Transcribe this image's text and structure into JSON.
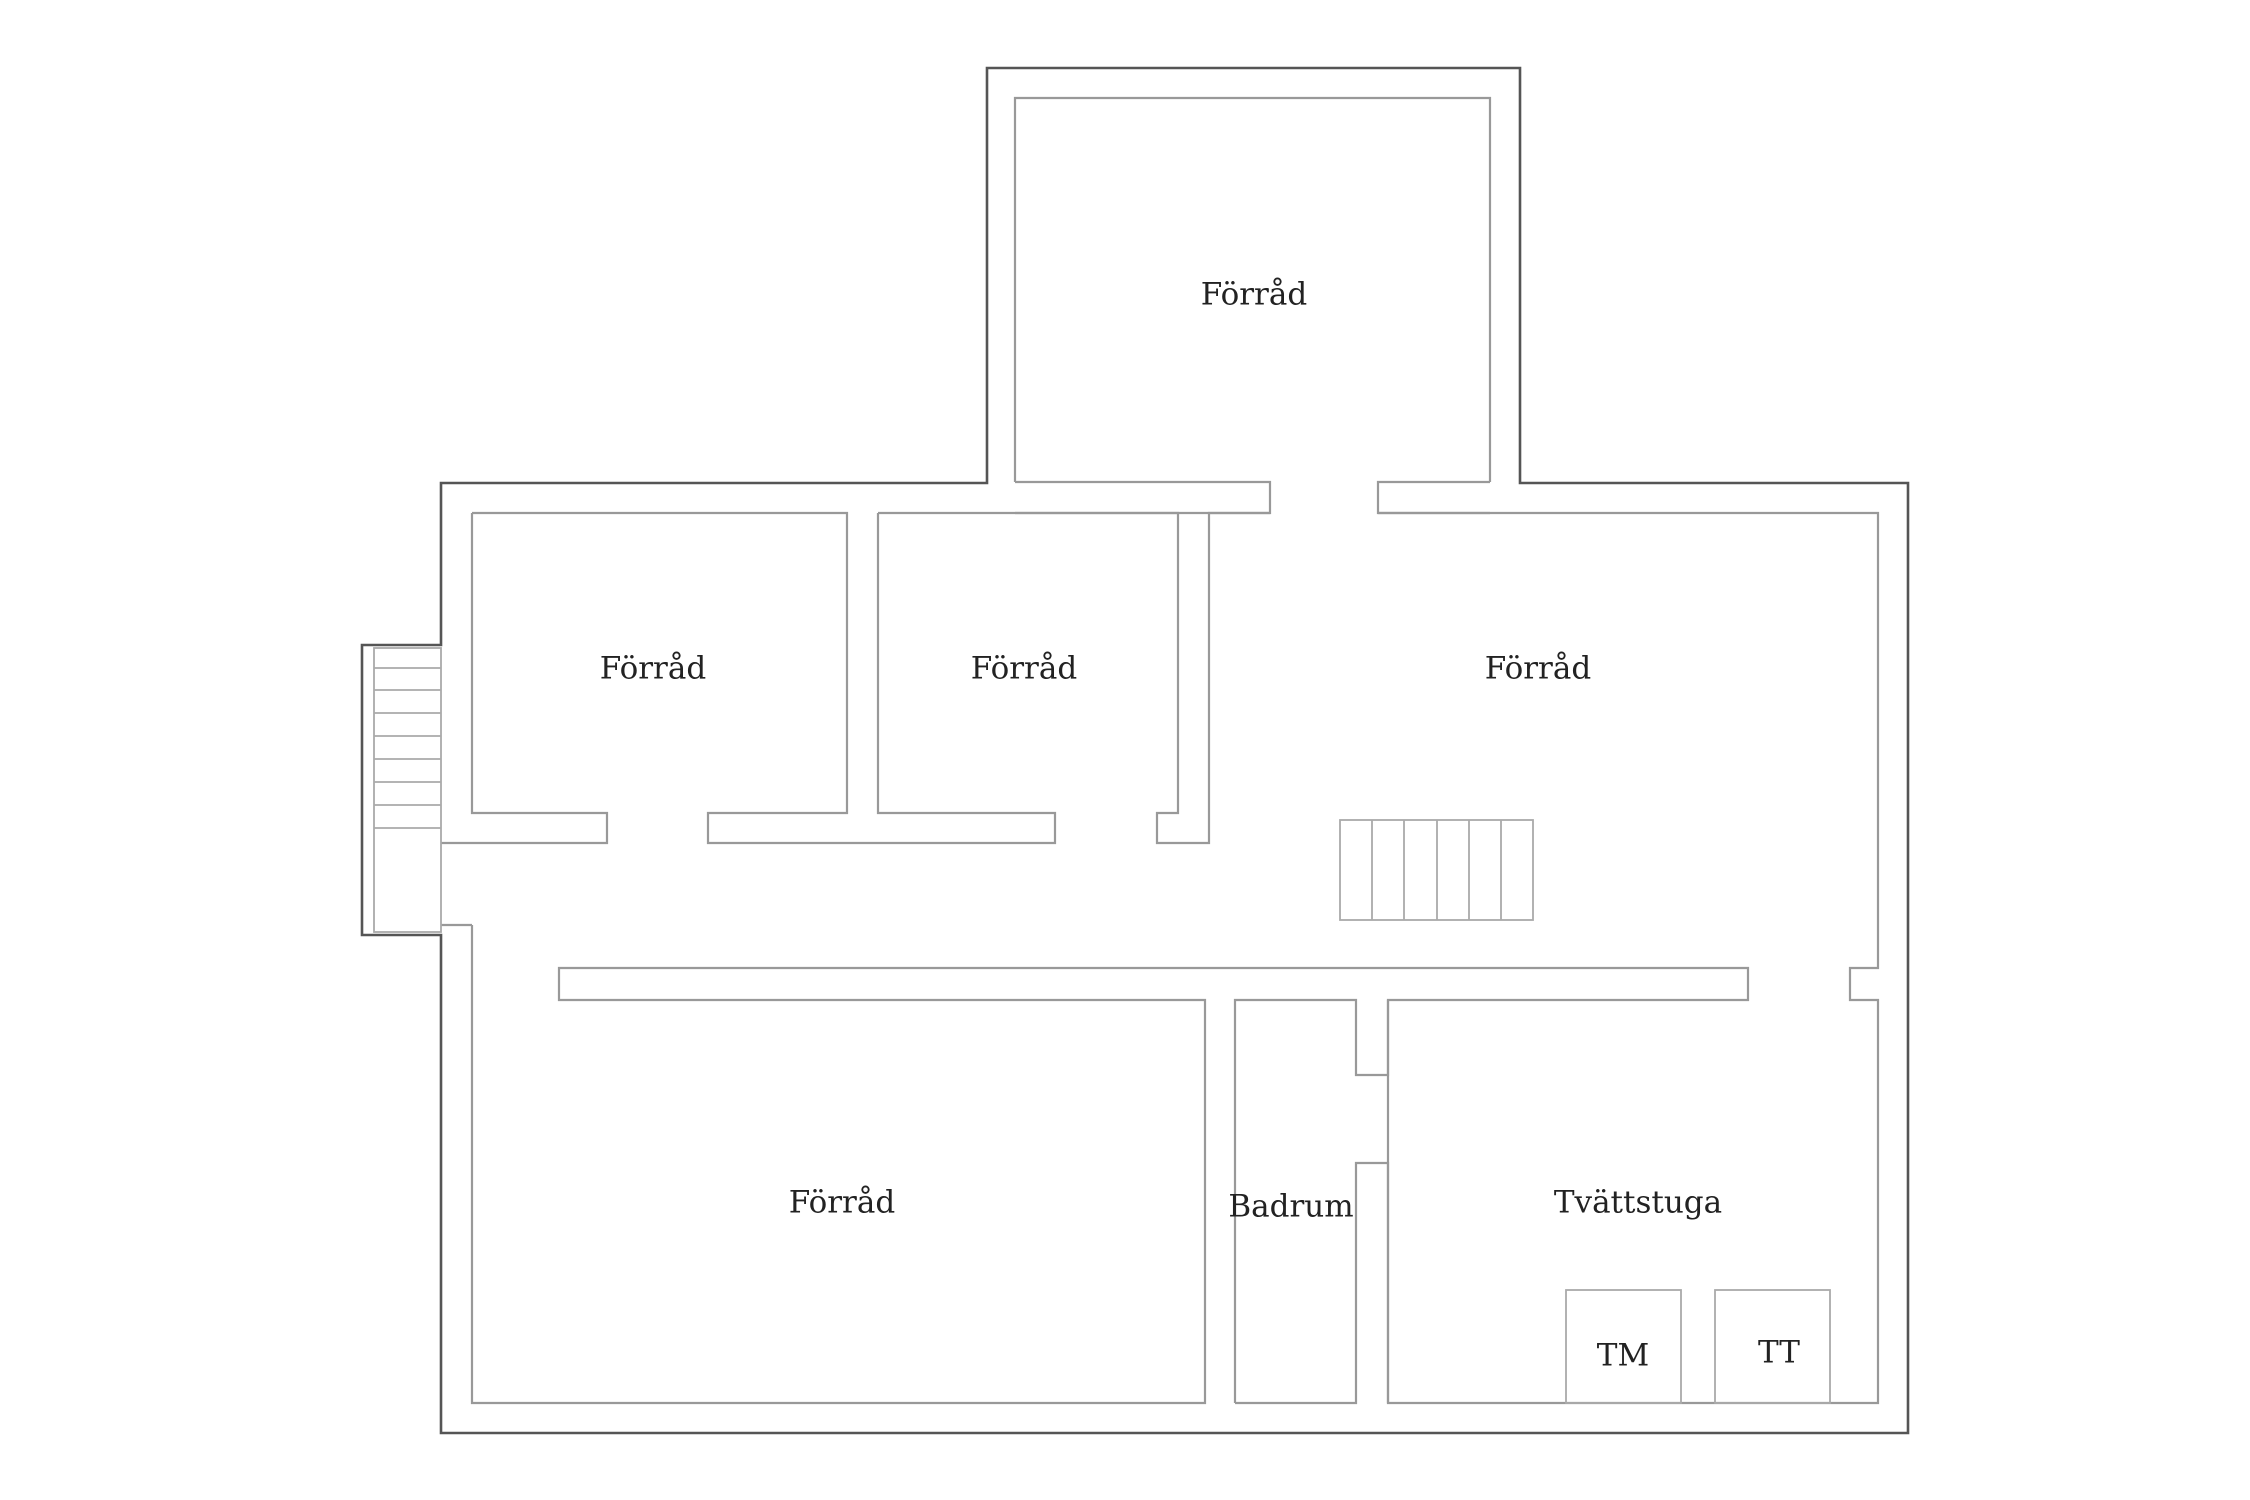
{
  "floor_plan": {
    "rooms": {
      "storage_top": "Förråd",
      "storage_left": "Förråd",
      "storage_middle": "Förråd",
      "storage_right": "Förråd",
      "storage_bottom": "Förråd",
      "bathroom": "Badrum",
      "laundry": "Tvättstuga"
    },
    "appliances": {
      "washing_machine": "TM",
      "tumble_dryer": "TT"
    }
  }
}
